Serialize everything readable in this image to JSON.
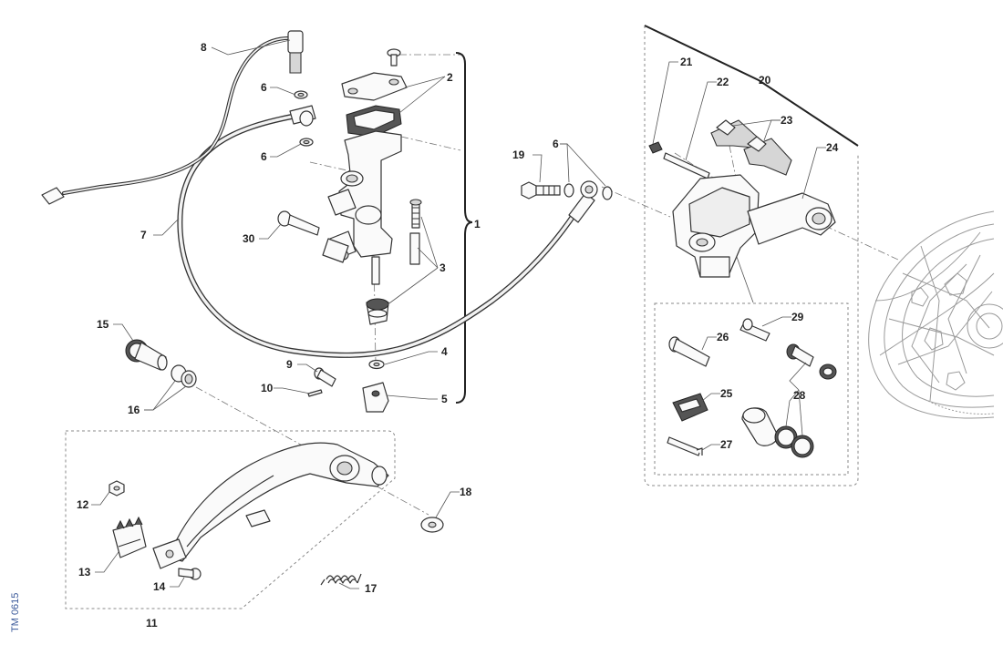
{
  "drawing_code": "TM 0615",
  "callouts": [
    {
      "id": "c1",
      "label": "1"
    },
    {
      "id": "c2",
      "label": "2"
    },
    {
      "id": "c3",
      "label": "3"
    },
    {
      "id": "c4",
      "label": "4"
    },
    {
      "id": "c5",
      "label": "5"
    },
    {
      "id": "c6a",
      "label": "6"
    },
    {
      "id": "c6b",
      "label": "6"
    },
    {
      "id": "c6c",
      "label": "6"
    },
    {
      "id": "c7",
      "label": "7"
    },
    {
      "id": "c8",
      "label": "8"
    },
    {
      "id": "c9",
      "label": "9"
    },
    {
      "id": "c10",
      "label": "10"
    },
    {
      "id": "c11",
      "label": "11"
    },
    {
      "id": "c12",
      "label": "12"
    },
    {
      "id": "c13",
      "label": "13"
    },
    {
      "id": "c14",
      "label": "14"
    },
    {
      "id": "c15",
      "label": "15"
    },
    {
      "id": "c16",
      "label": "16"
    },
    {
      "id": "c17",
      "label": "17"
    },
    {
      "id": "c18",
      "label": "18"
    },
    {
      "id": "c19",
      "label": "19"
    },
    {
      "id": "c20",
      "label": "20"
    },
    {
      "id": "c21",
      "label": "21"
    },
    {
      "id": "c22",
      "label": "22"
    },
    {
      "id": "c23",
      "label": "23"
    },
    {
      "id": "c24",
      "label": "24"
    },
    {
      "id": "c25",
      "label": "25"
    },
    {
      "id": "c26",
      "label": "26"
    },
    {
      "id": "c27",
      "label": "27"
    },
    {
      "id": "c28",
      "label": "28"
    },
    {
      "id": "c29",
      "label": "29"
    },
    {
      "id": "c30",
      "label": "30"
    }
  ]
}
